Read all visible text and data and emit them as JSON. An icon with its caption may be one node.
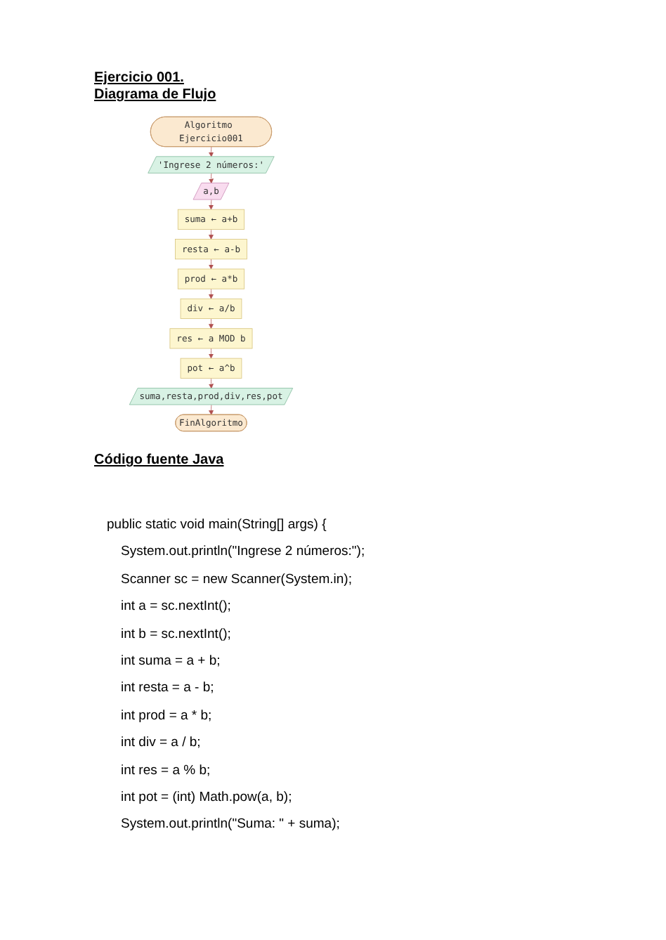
{
  "diagram": {
    "title": "Ejercicio 001.",
    "nodes": [
      {
        "text": [
          "Algoritmo Ejercicio001"
        ]
      },
      {
        "text": [
          "'Ingrese 2 números:'"
        ]
      },
      {
        "text": [
          "a,b"
        ]
      },
      {
        "text": [
          "suma ← a+b"
        ]
      },
      {
        "text": [
          "resta ← a-b"
        ]
      },
      {
        "text": [
          "prod ← a*b"
        ]
      },
      {
        "text": [
          "div ← a/b"
        ]
      },
      {
        "text": [
          "res ← a MOD b"
        ]
      },
      {
        "text": [
          "pot ← a^b"
        ]
      },
      {
        "text": [
          "suma,resta,prod,div,res,pot"
        ]
      },
      {
        "text": [
          "FinAlgoritmo"
        ]
      }
    ],
    "edges": [
      {
        "from": 0,
        "to": 1,
        "arrow": "to"
      },
      {
        "from": 1,
        "to": 2,
        "arrow": "to"
      },
      {
        "from": 2,
        "to": 3,
        "arrow": "to"
      },
      {
        "from": 3,
        "to": 4,
        "arrow": "to"
      },
      {
        "from": 4,
        "to": 5,
        "arrow": "to"
      },
      {
        "from": 5,
        "to": 6,
        "arrow": "to"
      },
      {
        "from": 6,
        "to": 7,
        "arrow": "to"
      },
      {
        "from": 7,
        "to": 8,
        "arrow": "to"
      },
      {
        "from": 8,
        "to": 9,
        "arrow": "to"
      },
      {
        "from": 9,
        "to": 10,
        "arrow": "to"
      }
    ],
    "labels": [
      "Diagrama de Flujo",
      "Código fuente Java",
      "public static void main(String[] args) {",
      "System.out.println(\"Ingrese 2 números:\");",
      "Scanner sc = new Scanner(System.in);",
      "int a = sc.nextInt();",
      "int b = sc.nextInt();",
      "int suma = a + b;",
      "int resta = a - b;",
      "int prod = a * b;",
      "int div = a / b;",
      "int res = a % b;",
      "int pot = (int) Math.pow(a, b);",
      "System.out.println(\"Suma: \" + suma);"
    ]
  }
}
